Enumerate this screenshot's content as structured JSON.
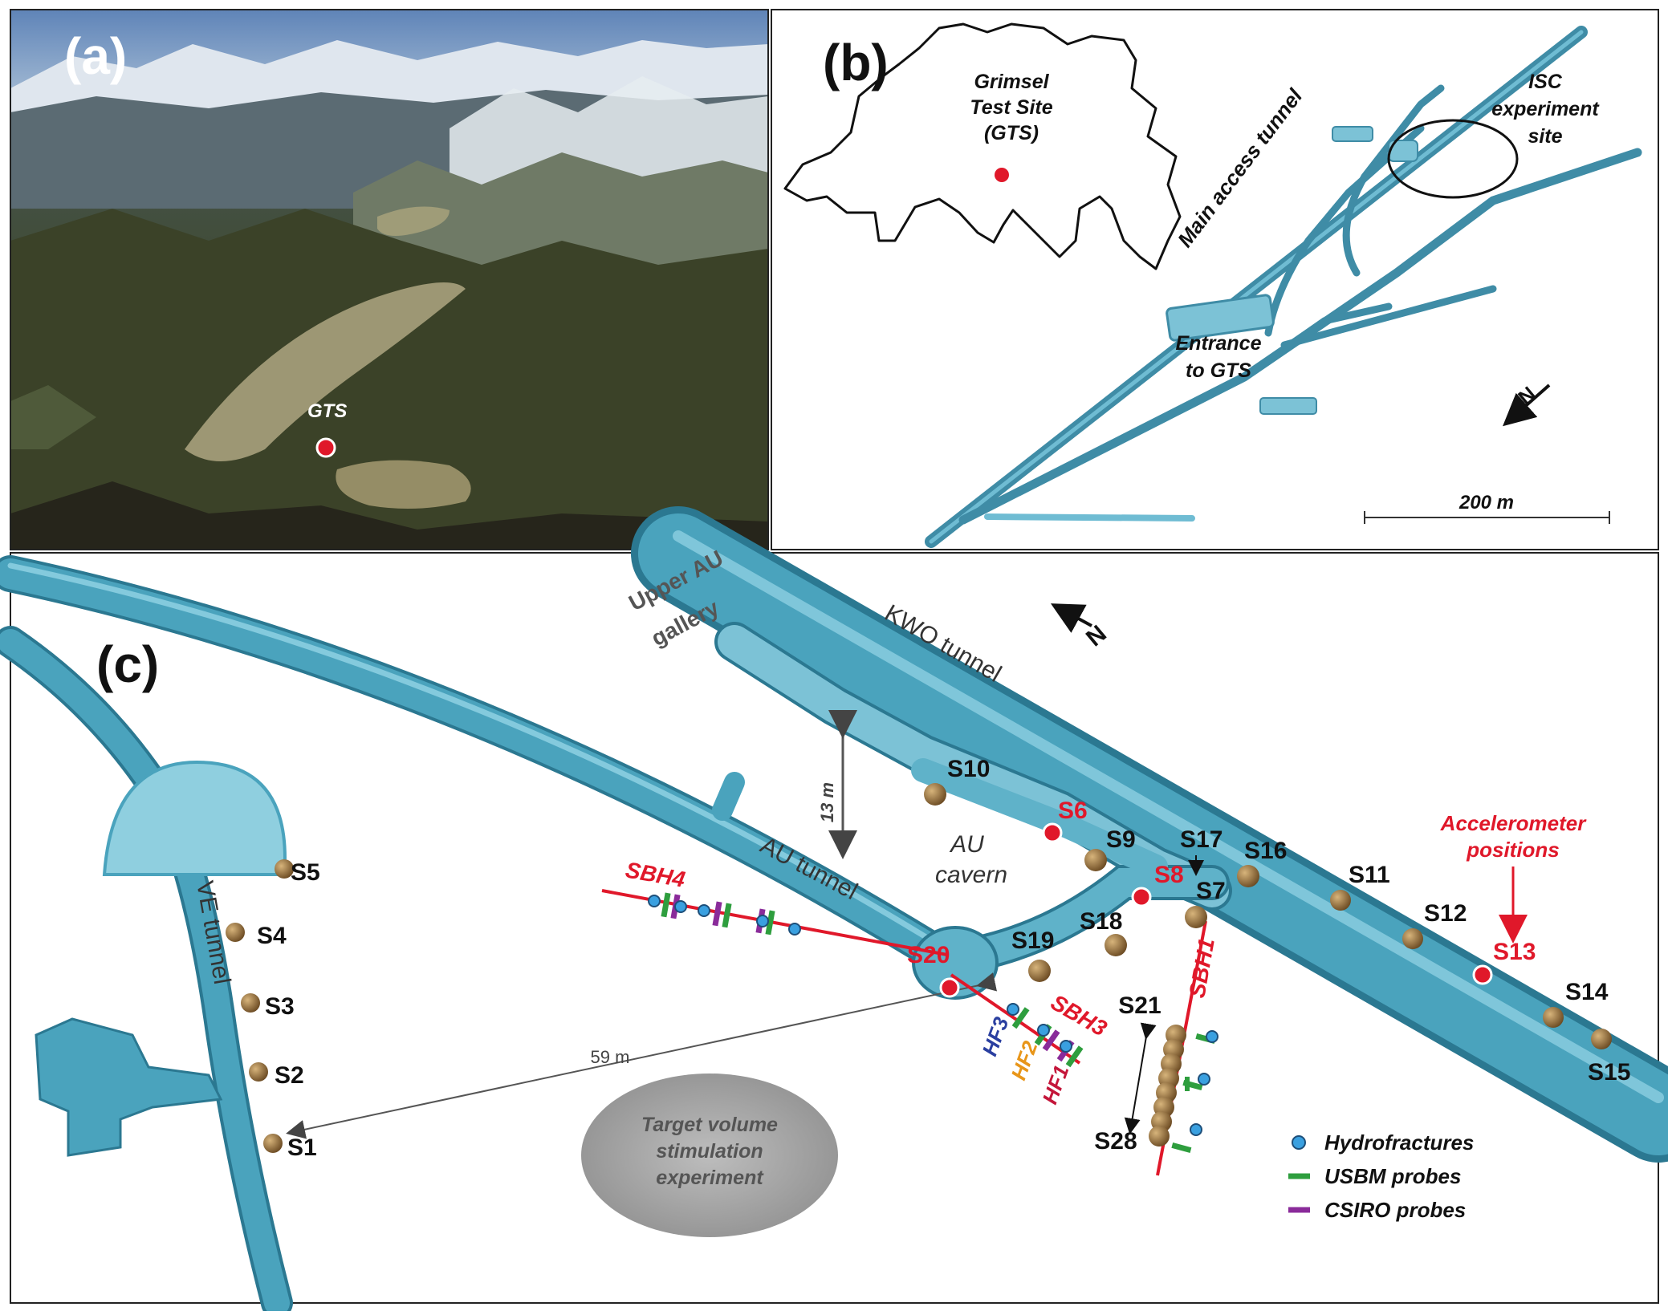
{
  "panels": {
    "a": {
      "label": "(a)",
      "gts_label": "GTS"
    },
    "b": {
      "label": "(b)",
      "map_title": [
        "Grimsel",
        "Test Site",
        "(GTS)"
      ],
      "main_tunnel": "Main access tunnel",
      "isc_site": [
        "ISC",
        "experiment",
        "site"
      ],
      "entrance": [
        "Entrance",
        "to GTS"
      ],
      "north_symbol": "N",
      "scale_label": "200 m"
    },
    "c": {
      "label": "(c)",
      "tunnels": {
        "kwo": "KWO tunnel",
        "au": "AU tunnel",
        "ve": "VE tunnel",
        "upper_au": [
          "Upper AU",
          "gallery"
        ],
        "au_cavern": [
          "AU",
          "cavern"
        ]
      },
      "north_symbol": "N",
      "dist_13m": "13 m",
      "dist_59m": "59 m",
      "target_volume": [
        "Target volume",
        "stimulation",
        "experiment"
      ],
      "accelerometer_note": [
        "Accelerometer",
        "positions"
      ],
      "boreholes": {
        "sbh4": "SBH4",
        "sbh3": "SBH3",
        "sbh1": "SBH1"
      },
      "hydrofractures": {
        "hf1": "HF1",
        "hf2": "HF2",
        "hf3": "HF3"
      },
      "sensors": {
        "s1": "S1",
        "s2": "S2",
        "s3": "S3",
        "s4": "S4",
        "s5": "S5",
        "s6": "S6",
        "s7": "S7",
        "s8": "S8",
        "s9": "S9",
        "s10": "S10",
        "s11": "S11",
        "s12": "S12",
        "s13": "S13",
        "s14": "S14",
        "s15": "S15",
        "s16": "S16",
        "s17": "S17",
        "s18": "S18",
        "s19": "S19",
        "s20": "S20",
        "s21": "S21",
        "s28": "S28"
      },
      "legend": [
        {
          "label": "Hydrofractures",
          "color": "#3aa0e0",
          "symbol": "dot"
        },
        {
          "label": "USBM probes",
          "color": "#2e9e3e",
          "symbol": "bar"
        },
        {
          "label": "CSIRO probes",
          "color": "#8a2b9a",
          "symbol": "bar"
        }
      ]
    }
  },
  "colors": {
    "tunnel": "#4aa3bd",
    "tunnel_dark": "#2b7891",
    "red_label": "#e0182a",
    "sensor_brown": "#8b6a3e",
    "hf3": "#2a3fa0",
    "hf2": "#e8961a",
    "hf1": "#c4163a"
  }
}
